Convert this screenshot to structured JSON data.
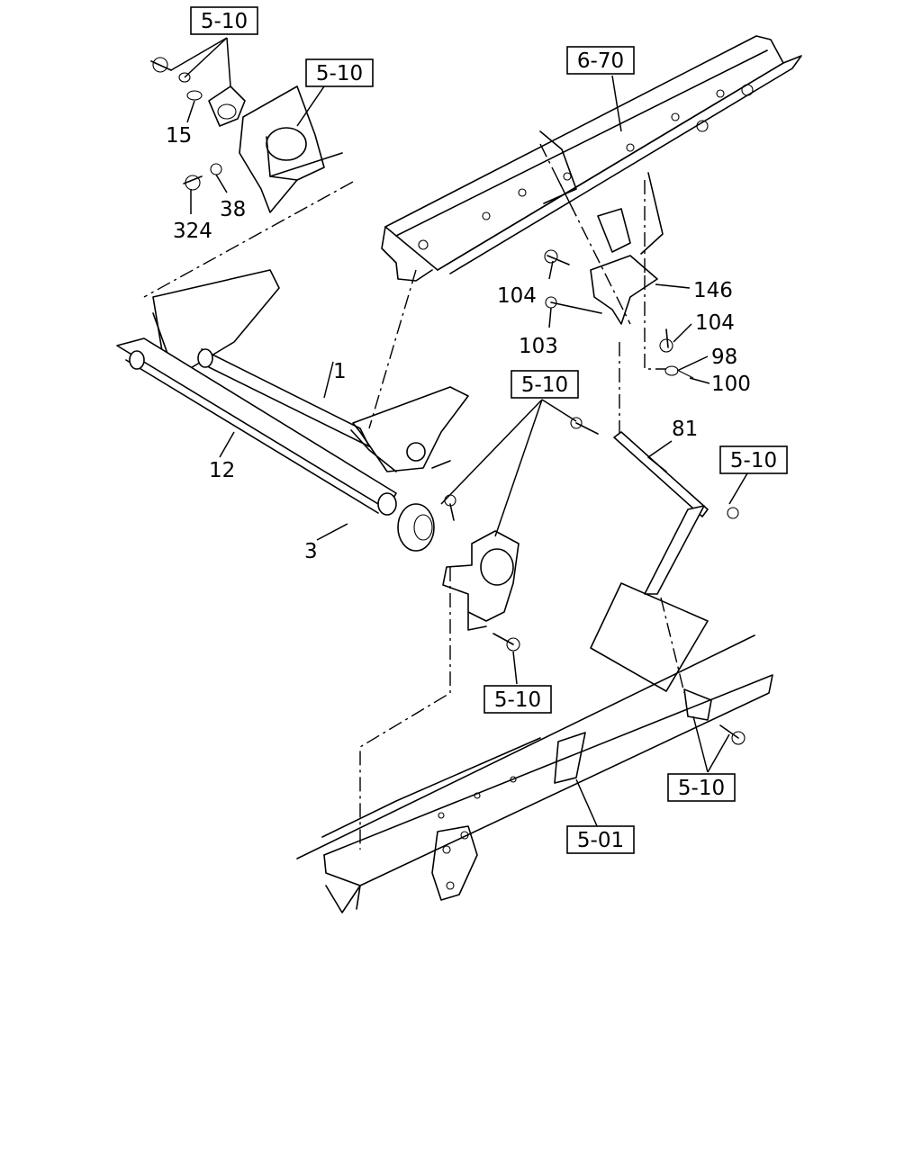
{
  "references": [
    {
      "id": "ref-top-left-1",
      "text": "5-10"
    },
    {
      "id": "ref-top-left-2",
      "text": "5-10"
    },
    {
      "id": "ref-frame-upper",
      "text": "6-70"
    },
    {
      "id": "ref-center",
      "text": "5-10"
    },
    {
      "id": "ref-right",
      "text": "5-10"
    },
    {
      "id": "ref-bottom-center",
      "text": "5-10"
    },
    {
      "id": "ref-bottom-right",
      "text": "5-10"
    },
    {
      "id": "ref-frame-lower",
      "text": "5-01"
    }
  ],
  "part_numbers": [
    {
      "id": "p15",
      "text": "15"
    },
    {
      "id": "p38",
      "text": "38"
    },
    {
      "id": "p324",
      "text": "324"
    },
    {
      "id": "p104a",
      "text": "104"
    },
    {
      "id": "p146",
      "text": "146"
    },
    {
      "id": "p104b",
      "text": "104"
    },
    {
      "id": "p103",
      "text": "103"
    },
    {
      "id": "p98",
      "text": "98"
    },
    {
      "id": "p100",
      "text": "100"
    },
    {
      "id": "p1",
      "text": "1"
    },
    {
      "id": "p81",
      "text": "81"
    },
    {
      "id": "p12",
      "text": "12"
    },
    {
      "id": "p3",
      "text": "3"
    }
  ]
}
